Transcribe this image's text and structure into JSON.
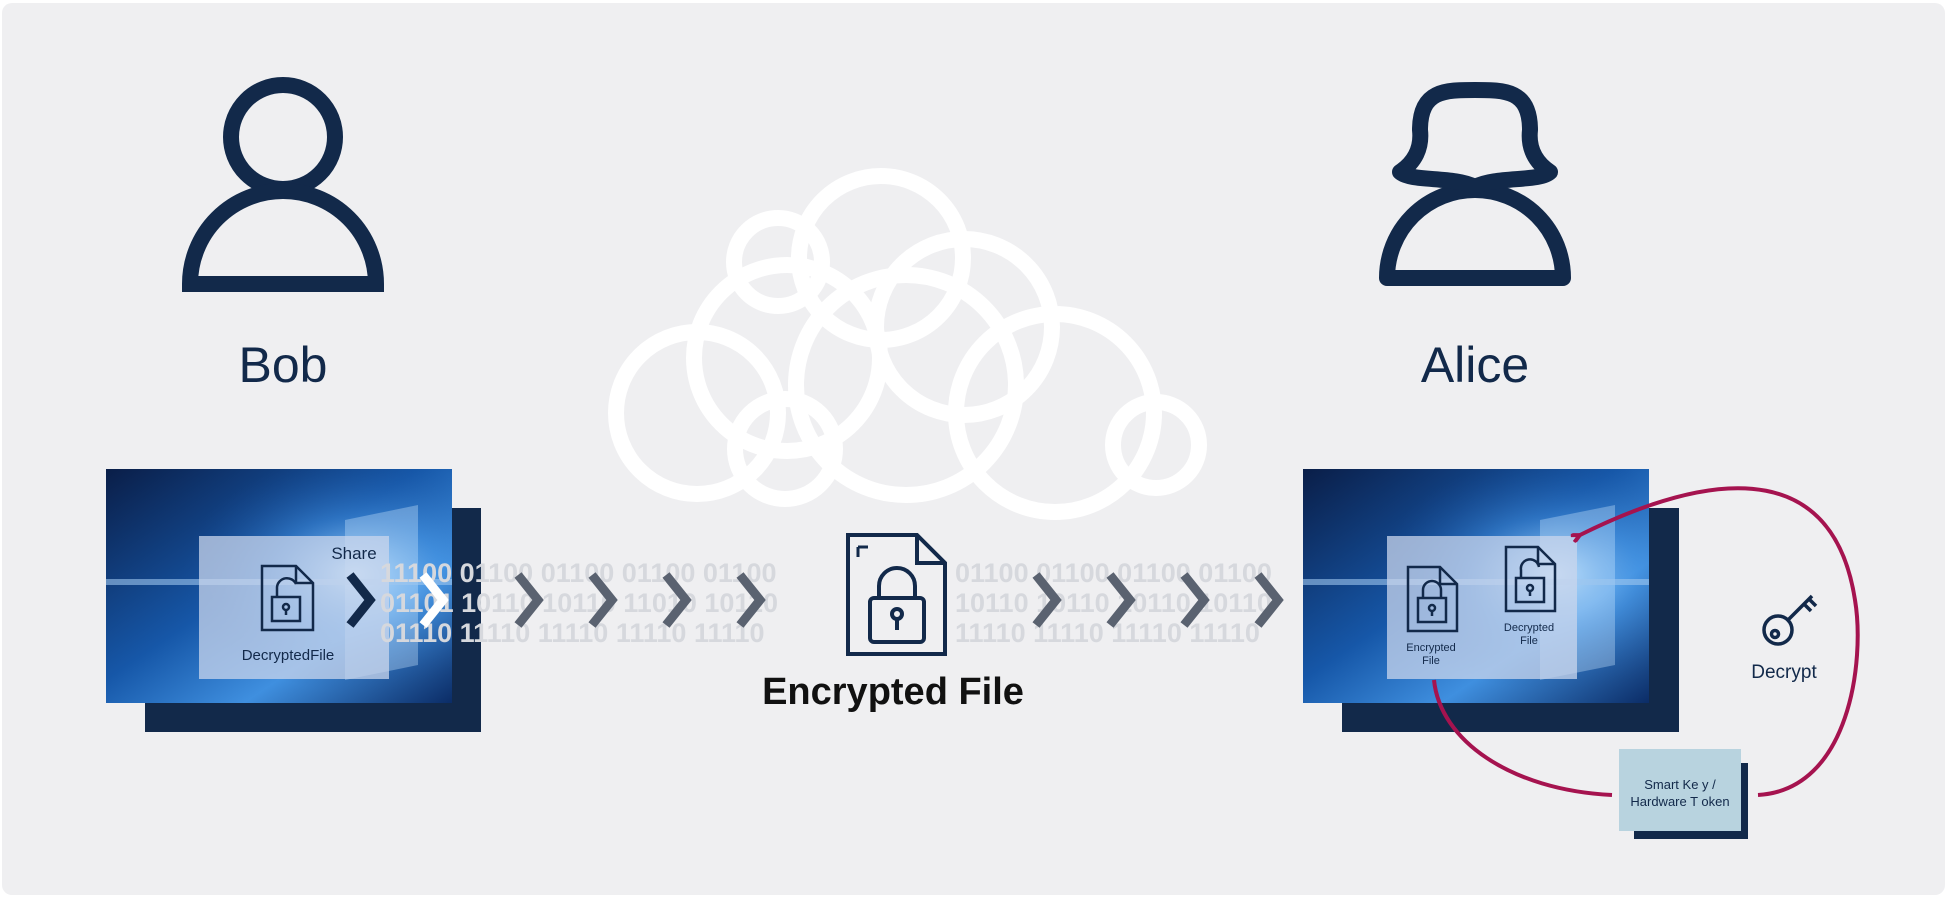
{
  "people": {
    "sender": "Bob",
    "receiver": "Alice"
  },
  "bob_screen": {
    "share_label": "Share",
    "file_label": "DecryptedFile"
  },
  "center": {
    "file_label": "Encrypted File"
  },
  "alice_screen": {
    "encrypted_label_line1": "Encrypted",
    "encrypted_label_line2": "File",
    "decrypted_label_line1": "Decrypted",
    "decrypted_label_line2": "File"
  },
  "decrypt": {
    "label": "Decrypt"
  },
  "token": {
    "line1": "Smart Ke y /",
    "line2": "Hardware T oken"
  },
  "binary": {
    "left_rows": [
      "11100 01100 01100 01100 01100",
      "01101 10110 10110 11010 10110",
      "01110 11110 11110 11110 11110"
    ],
    "right_rows": [
      "01100 01100 01100 01100",
      "10110 10110 10110 10110",
      "11110 11110 11110 11110"
    ]
  },
  "colors": {
    "background": "#efeff1",
    "navy": "#12294a",
    "arrow_gray": "#5a6270",
    "magenta": "#a5134f",
    "token_fill": "#b8d3df"
  }
}
